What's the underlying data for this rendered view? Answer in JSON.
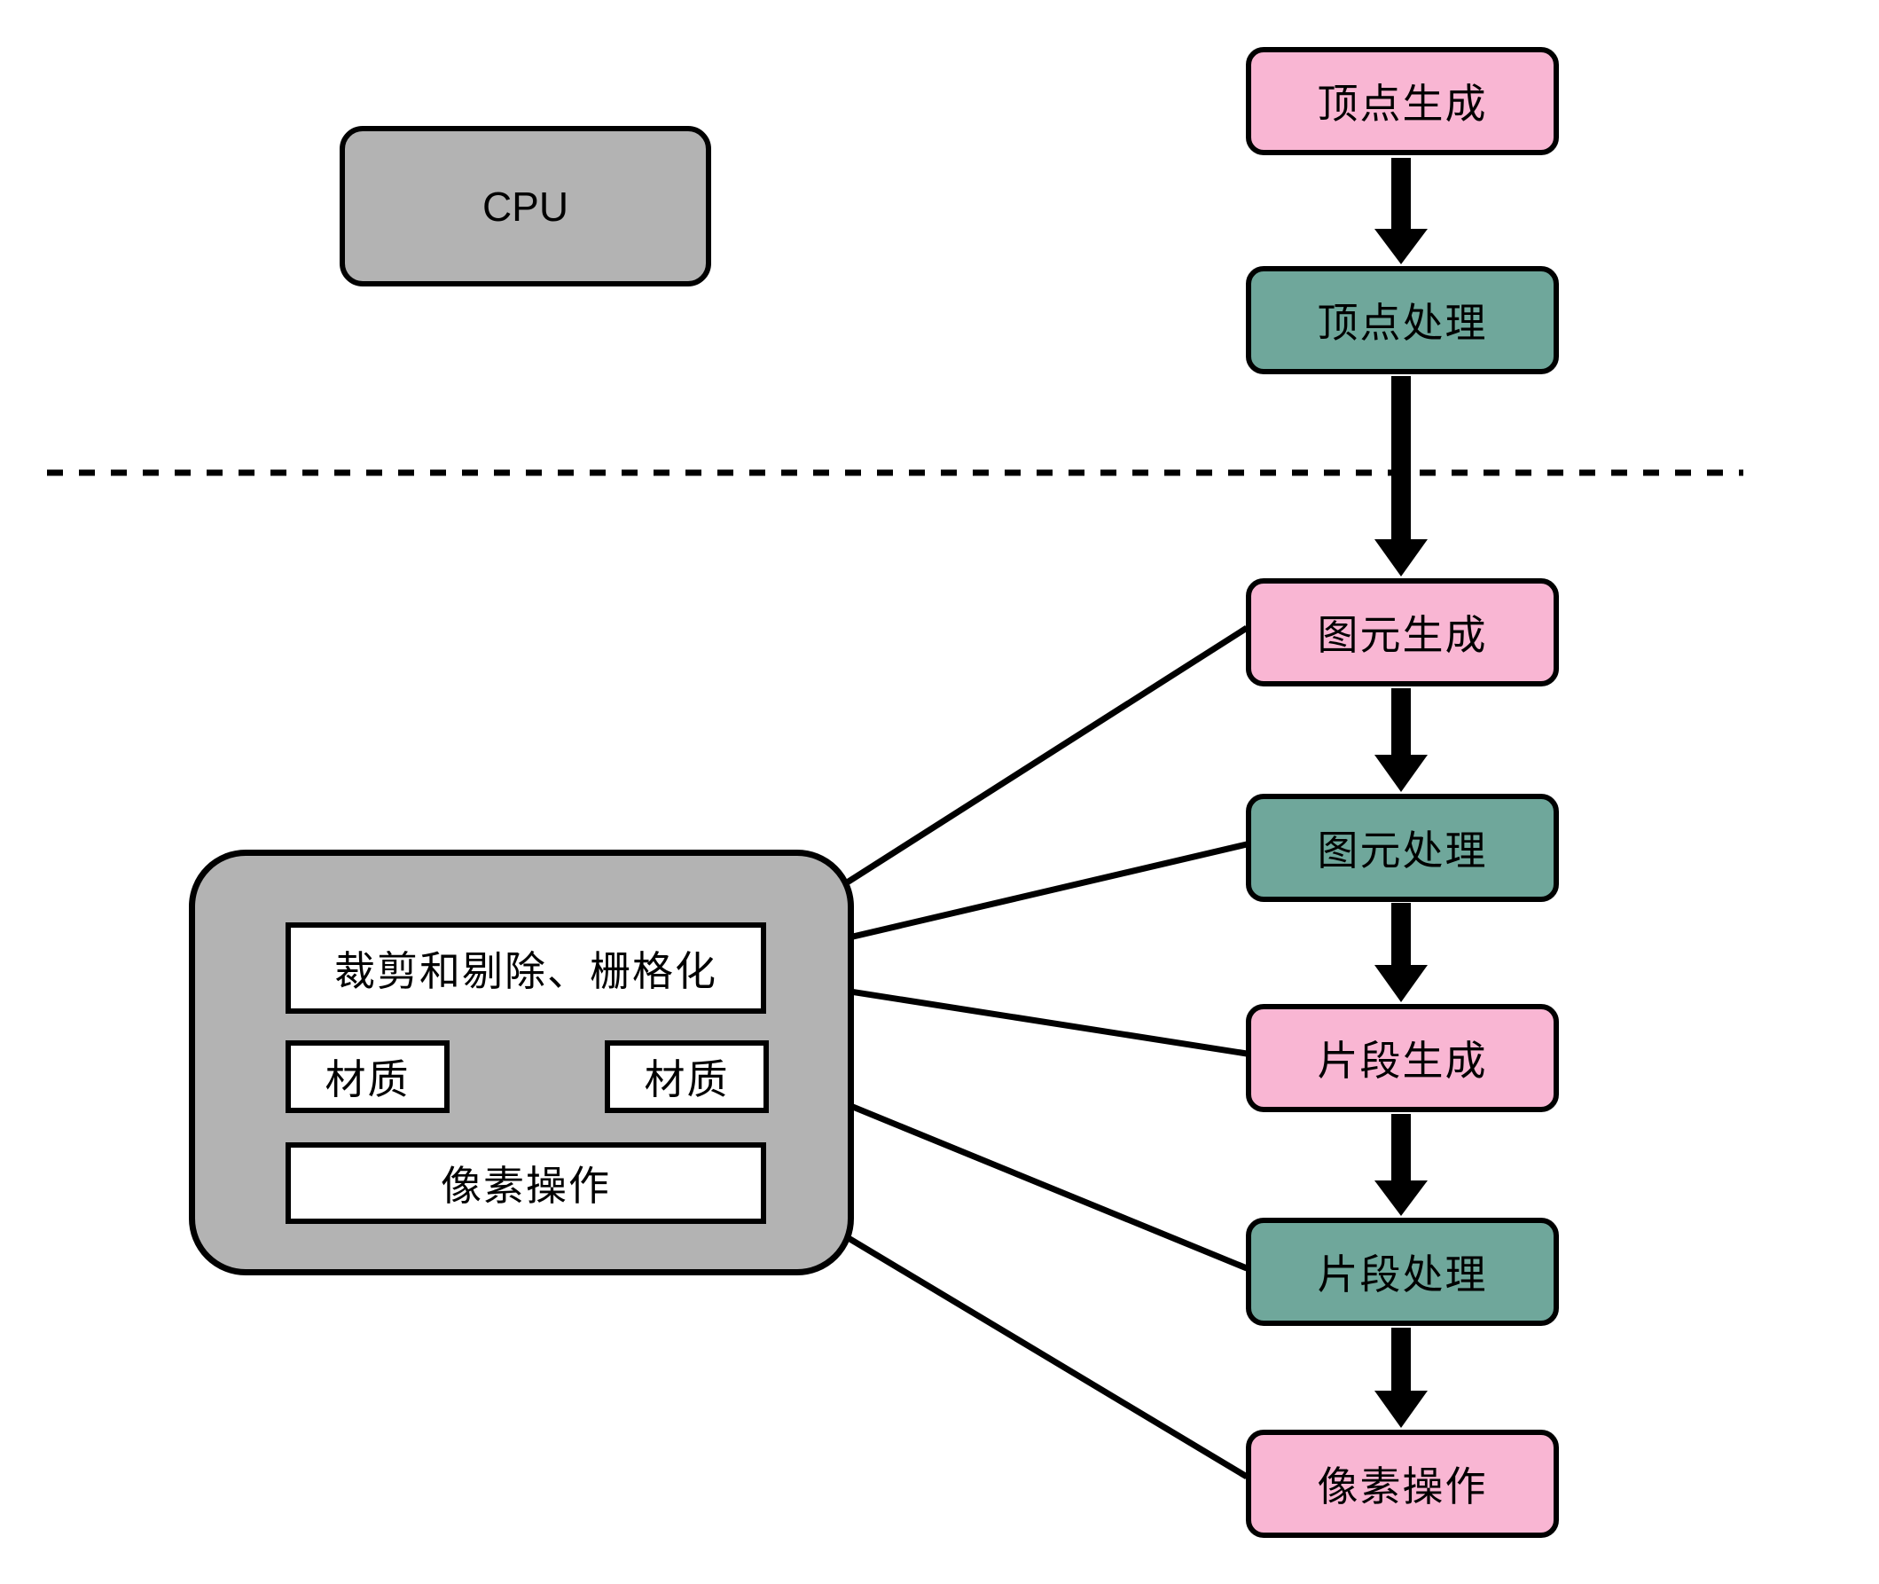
{
  "colors": {
    "pink": "#F9B6D3",
    "teal": "#6FA79B",
    "gray": "#B3B3B3",
    "stroke": "#000000",
    "white_box": "#FFFFFF",
    "background": "#FFFFFF"
  },
  "cpu": {
    "label": "CPU"
  },
  "pipeline": [
    {
      "label": "顶点生成",
      "color": "pink"
    },
    {
      "label": "顶点处理",
      "color": "teal"
    },
    {
      "label": "图元生成",
      "color": "pink"
    },
    {
      "label": "图元处理",
      "color": "teal"
    },
    {
      "label": "片段生成",
      "color": "pink"
    },
    {
      "label": "片段处理",
      "color": "teal"
    },
    {
      "label": "像素操作",
      "color": "pink"
    }
  ],
  "gpu_unit": {
    "clip_raster_label": "裁剪和剔除、栅格化",
    "texture_left_label": "材质",
    "texture_right_label": "材质",
    "pixel_ops_label": "像素操作"
  },
  "divider": {
    "style": "dashed"
  }
}
